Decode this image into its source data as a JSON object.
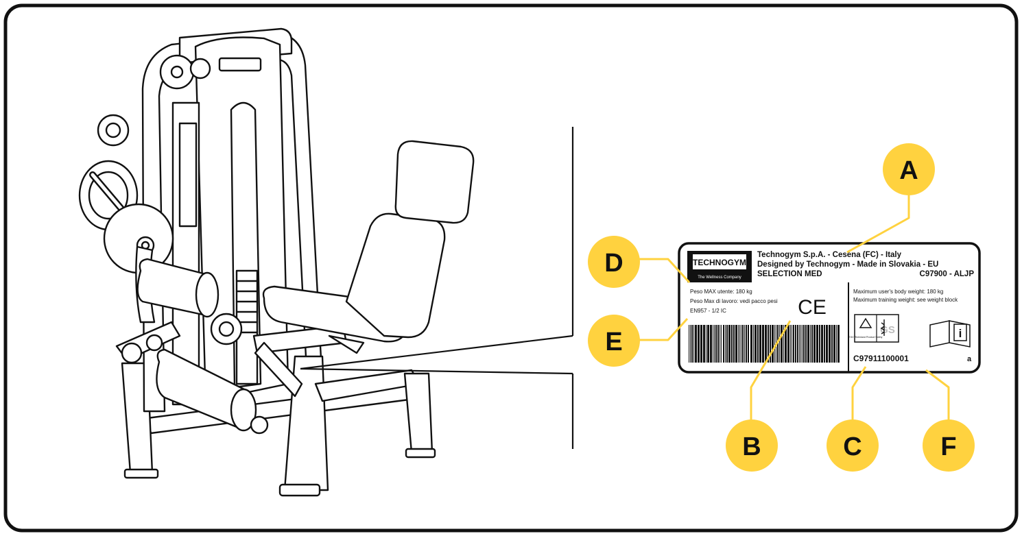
{
  "label": {
    "company_line": "Technogym S.p.A. - Cesena (FC) - Italy",
    "designed_line": "Designed by Technogym - Made in Slovakia - EU",
    "product_name": "SELECTION MED",
    "model_code": "C97900 - ALJP",
    "logo_text": "TECHNOGYM",
    "logo_tagline": "The Wellness Company",
    "peso_utente": "Peso MAX utente: 180 kg",
    "peso_lavoro": "Peso Max di lavoro: vedi pacco pesi",
    "standard": "EN957 - 1/2 IC",
    "max_user_weight": "Maximum user's body weight: 180 kg",
    "max_training_weight": "Maximum training weight: see weight block",
    "serial_number": "C97911100001",
    "revision": "a",
    "ce_mark": "CE",
    "gs_mark": "GS",
    "tuv_text": "TÜV Rheinland Product Safety",
    "info_glyph": "i"
  },
  "callouts": {
    "A": "A",
    "B": "B",
    "C": "C",
    "D": "D",
    "E": "E",
    "F": "F"
  },
  "colors": {
    "callout_fill": "#FFD23F",
    "outline": "#111111",
    "background": "#FFFFFF"
  }
}
